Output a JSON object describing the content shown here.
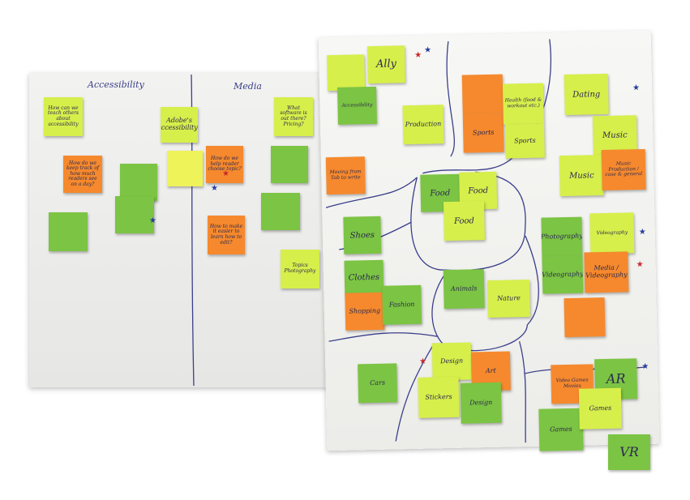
{
  "left_board": {
    "headers": {
      "accessibility": "Accessibility",
      "media": "Media"
    },
    "notes": {
      "teach_others": "How can we teach others about accessibility",
      "adobe": "Adobe's accessibility?",
      "what_software": "What software is out there? Pricing?",
      "keep_track": "How do we keep track of how much readers see on a day?",
      "green_mid": "",
      "yellow_mid": "",
      "orange_mid": "How do we help reader choose topic?",
      "green_right": "",
      "green_low_left": "",
      "green_low_mid": "",
      "orange_low": "How to make it easier to learn how to edit?",
      "green_low_right": "",
      "lime_bottom": "Topics Photography"
    }
  },
  "right_board": {
    "notes": {
      "top_lime": "",
      "ally": "Ally",
      "accessibility": "Accessibility",
      "product": "Production",
      "fitness": "",
      "sports": "Sports",
      "health": "Health (food & workout etc.)",
      "sports2": "Sports",
      "dating": "Dating",
      "music": "Music",
      "moving": "Moving from Tab to write",
      "food1": "Food",
      "food2": "Food",
      "food3": "Food",
      "music2": "Music",
      "music_production": "Music Production / case & general",
      "shoes": "Shoes",
      "photography": "Photography",
      "videography": "Videography",
      "clothes": "Clothes",
      "videography2": "Videography",
      "media_video": "Media / Videography",
      "shopping": "Shopping",
      "fashion": "Fashion",
      "animals": "Animals",
      "nature": "Nature",
      "orange_right_mid": "",
      "design": "Design",
      "orange_design": "Art",
      "cars": "Cars",
      "stickers": "Stickers",
      "design2": "Design",
      "video_games": "Video Games Movies",
      "ar": "AR",
      "games": "Games",
      "games2": "Games",
      "vr": "VR"
    }
  },
  "colors": {
    "lime": "#d7ef4b",
    "green": "#7cc443",
    "orange": "#f6892d",
    "yellow": "#eef35a",
    "marker": "#3b3f8a",
    "star_red": "#c8282a",
    "star_blue": "#2a3c9a"
  }
}
